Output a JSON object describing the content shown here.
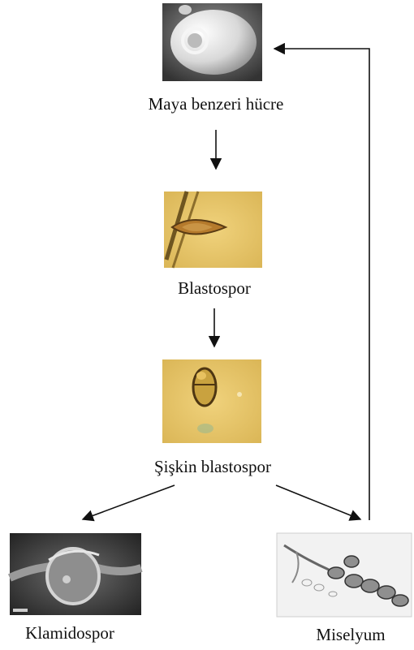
{
  "stages": {
    "yeast_cell": "Maya benzeri hücre",
    "blastospore": "Blastospor",
    "swollen_blastospore": "Şişkin blastospor",
    "chlamydospore": "Klamidospor",
    "mycelium": "Miselyum"
  }
}
